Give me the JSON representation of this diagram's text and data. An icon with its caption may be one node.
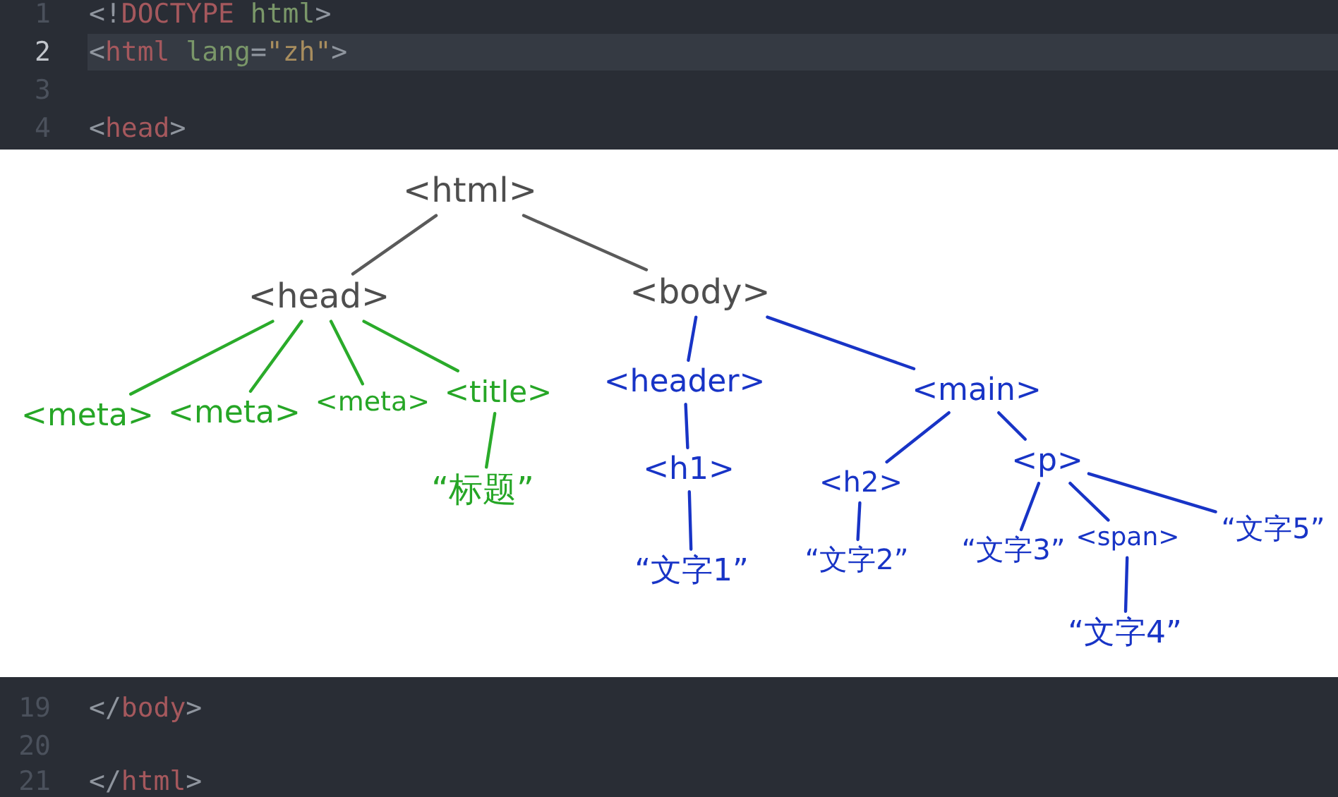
{
  "diagram": {
    "nodes": [
      {
        "text": [
          "<html>"
        ]
      },
      {
        "text": [
          "<head>"
        ]
      },
      {
        "text": [
          "<body>"
        ]
      },
      {
        "text": [
          "<meta>"
        ]
      },
      {
        "text": [
          "<meta>"
        ]
      },
      {
        "text": [
          "<meta>"
        ]
      },
      {
        "text": [
          "<title>"
        ]
      },
      {
        "text": [
          "<header>"
        ]
      },
      {
        "text": [
          "<main>"
        ]
      },
      {
        "text": [
          "“标题”"
        ]
      },
      {
        "text": [
          "<h1>"
        ]
      },
      {
        "text": [
          "<h2>"
        ]
      },
      {
        "text": [
          "<p>"
        ]
      },
      {
        "text": [
          "“文字1”"
        ]
      },
      {
        "text": [
          "“文字2”"
        ]
      },
      {
        "text": [
          "“文字3”"
        ]
      },
      {
        "text": [
          "<span>"
        ]
      },
      {
        "text": [
          "“文字5”"
        ]
      },
      {
        "text": [
          "“文字4”"
        ]
      }
    ],
    "edges": [
      {
        "from": 0,
        "to": 1,
        "arrow": "none",
        "color": "#5a5a5a"
      },
      {
        "from": 0,
        "to": 2,
        "arrow": "none",
        "color": "#5a5a5a"
      },
      {
        "from": 1,
        "to": 3,
        "arrow": "none",
        "color": "#2aab2a"
      },
      {
        "from": 1,
        "to": 4,
        "arrow": "none",
        "color": "#2aab2a"
      },
      {
        "from": 1,
        "to": 5,
        "arrow": "none",
        "color": "#2aab2a"
      },
      {
        "from": 1,
        "to": 6,
        "arrow": "none",
        "color": "#2aab2a"
      },
      {
        "from": 6,
        "to": 9,
        "arrow": "none",
        "color": "#2aab2a"
      },
      {
        "from": 2,
        "to": 7,
        "arrow": "none"
      },
      {
        "from": 2,
        "to": 8,
        "arrow": "none"
      },
      {
        "from": 7,
        "to": 10,
        "arrow": "none"
      },
      {
        "from": 8,
        "to": 11,
        "arrow": "none"
      },
      {
        "from": 8,
        "to": 12,
        "arrow": "none"
      },
      {
        "from": 10,
        "to": 13,
        "arrow": "none"
      },
      {
        "from": 11,
        "to": 14,
        "arrow": "none"
      },
      {
        "from": 12,
        "to": 15,
        "arrow": "none"
      },
      {
        "from": 12,
        "to": 16,
        "arrow": "none"
      },
      {
        "from": 12,
        "to": 17,
        "arrow": "none"
      },
      {
        "from": 16,
        "to": 18,
        "arrow": "none"
      }
    ],
    "labels": [
      "1",
      "<!DOCTYPE html>",
      "2",
      "<html lang=\"zh\">",
      "3",
      "4",
      "<head>",
      "19",
      "</body>",
      "20",
      "21",
      "</html>"
    ]
  }
}
